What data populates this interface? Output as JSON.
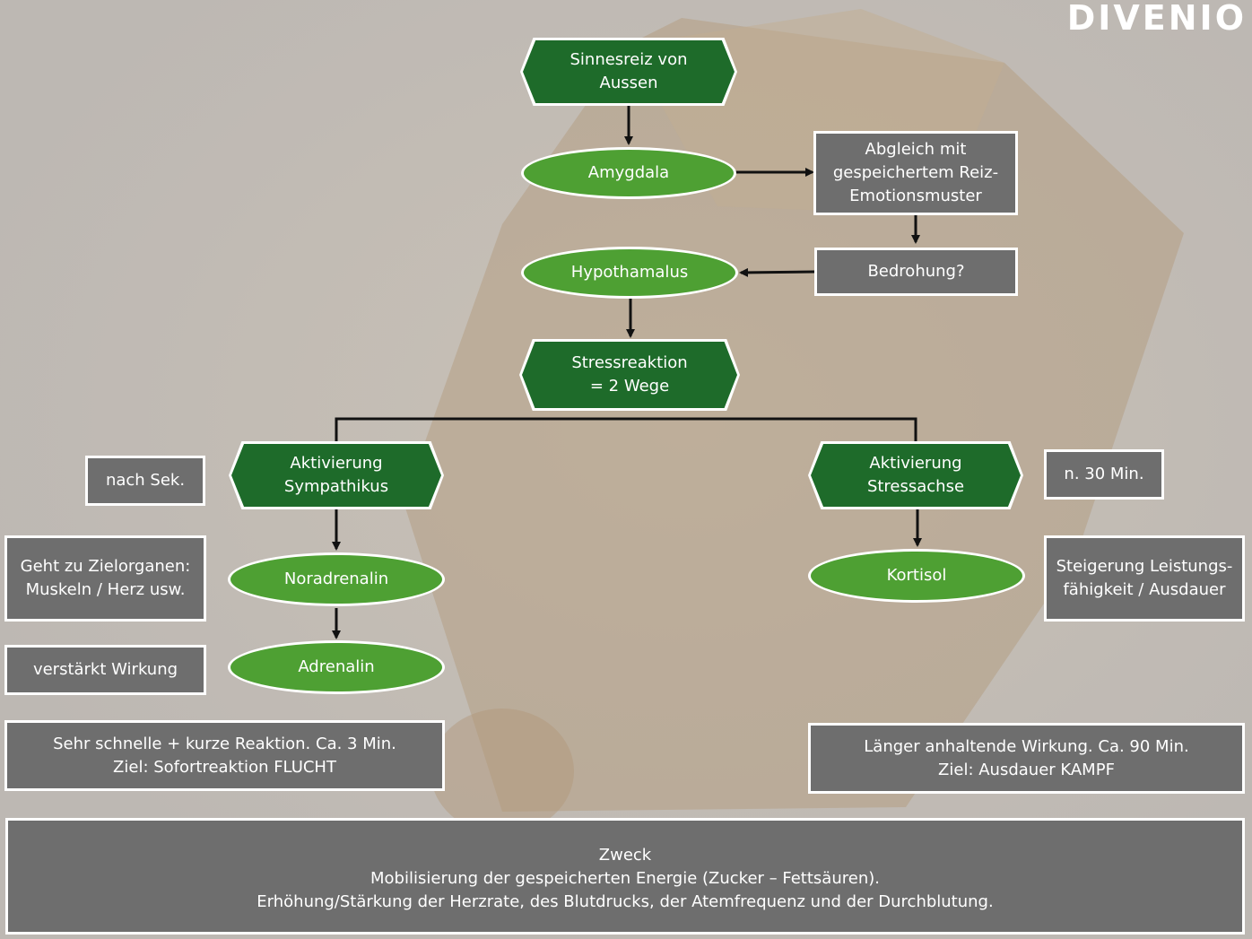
{
  "brand": {
    "logo_text": "DIVENIO"
  },
  "colors": {
    "hexagon_fill": "#1e6b2a",
    "ellipse_fill": "#4ea033",
    "box_fill": "#6e6e6e",
    "connector": "#111111"
  },
  "nodes": {
    "sinnesreiz": {
      "line1": "Sinnesreiz von",
      "line2": "Aussen"
    },
    "amygdala": {
      "label": "Amygdala"
    },
    "abgleich": {
      "line1": "Abgleich mit",
      "line2": "gespeichertem Reiz-",
      "line3": "Emotionsmuster"
    },
    "bedrohung": {
      "label": "Bedrohung?"
    },
    "hypothamalus": {
      "label": "Hypothamalus"
    },
    "stressreaktion": {
      "line1": "Stressreaktion",
      "line2": "= 2 Wege"
    },
    "sympathikus": {
      "line1": "Aktivierung",
      "line2": "Sympathikus"
    },
    "stressachse": {
      "line1": "Aktivierung",
      "line2": "Stressachse"
    },
    "noradrenalin": {
      "label": "Noradrenalin"
    },
    "adrenalin": {
      "label": "Adrenalin"
    },
    "kortisol": {
      "label": "Kortisol"
    }
  },
  "notes": {
    "nach_sek": {
      "label": "nach Sek."
    },
    "dreissig_min": {
      "label": "n. 30 Min."
    },
    "zielorgane": {
      "line1": "Geht zu Zielorganen:",
      "line2": "Muskeln / Herz usw."
    },
    "verstaerkt": {
      "label": "verstärkt Wirkung"
    },
    "steigerung": {
      "line1": "Steigerung Leistungs-",
      "line2": "fähigkeit / Ausdauer"
    },
    "schnell": {
      "line1": "Sehr schnelle + kurze Reaktion. Ca. 3 Min.",
      "line2": "Ziel: Sofortreaktion FLUCHT"
    },
    "laenger": {
      "line1": "Länger anhaltende Wirkung. Ca. 90 Min.",
      "line2": "Ziel: Ausdauer KAMPF"
    }
  },
  "purpose": {
    "title": "Zweck",
    "line1": "Mobilisierung der gespeicherten Energie (Zucker – Fettsäuren).",
    "line2": "Erhöhung/Stärkung der Herzrate, des Blutdrucks, der Atemfrequenz und der Durchblutung."
  }
}
